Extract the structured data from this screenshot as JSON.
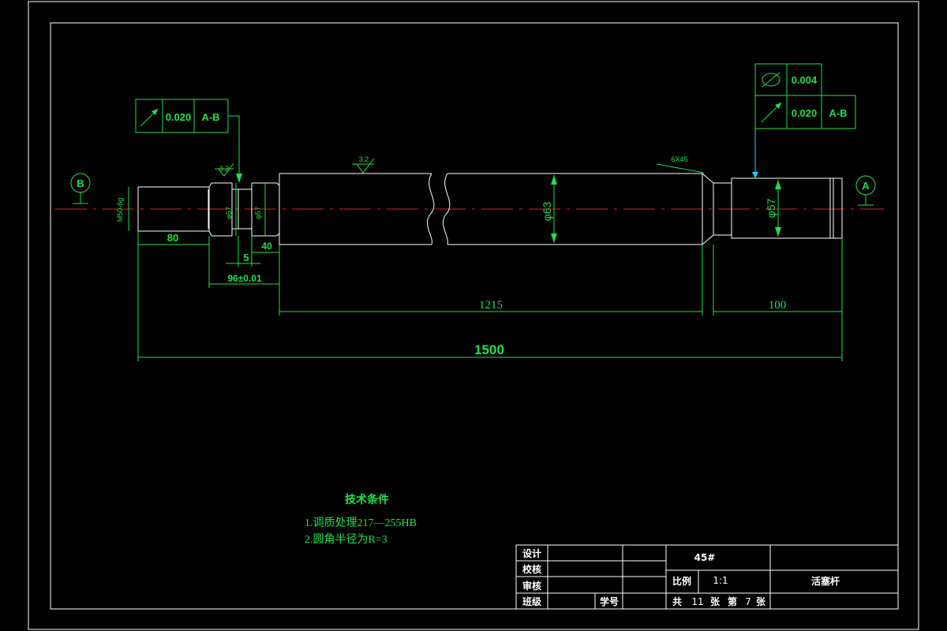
{
  "datum_a": "A",
  "datum_b": "B",
  "tolerance_left": {
    "value": "0.020",
    "ref": "A-B"
  },
  "tolerance_right": {
    "circ_value": "0.004",
    "runout_value": "0.020",
    "ref": "A-B"
  },
  "roughness": {
    "left": "3.2",
    "middle": "3.2"
  },
  "chamfer": "6X45",
  "diameters": {
    "left_small": "φ57",
    "left_small2": "φ57",
    "main": "φ63",
    "right": "φ57",
    "thread": "M50-6g"
  },
  "dimensions": {
    "d80": "80",
    "d5": "5",
    "d40": "40",
    "d96": "96±0.01",
    "d1215": "1215",
    "d100": "100",
    "d1500": "1500"
  },
  "tech_notes": {
    "title": "技术条件",
    "items": [
      "1.调质处理217—255HB",
      "2.圆角半径为R=3"
    ]
  },
  "title_block": {
    "design": "设计",
    "check": "校核",
    "review": "审核",
    "class": "班级",
    "student_no": "学号",
    "material": "45#",
    "scale_label": "比例",
    "scale": "1:1",
    "part_name": "活塞杆",
    "sheet_total_label": "共",
    "sheet_total": "11",
    "sheet_unit": "张",
    "sheet_no_label": "第",
    "sheet_no": "7",
    "sheet_unit2": "张"
  }
}
